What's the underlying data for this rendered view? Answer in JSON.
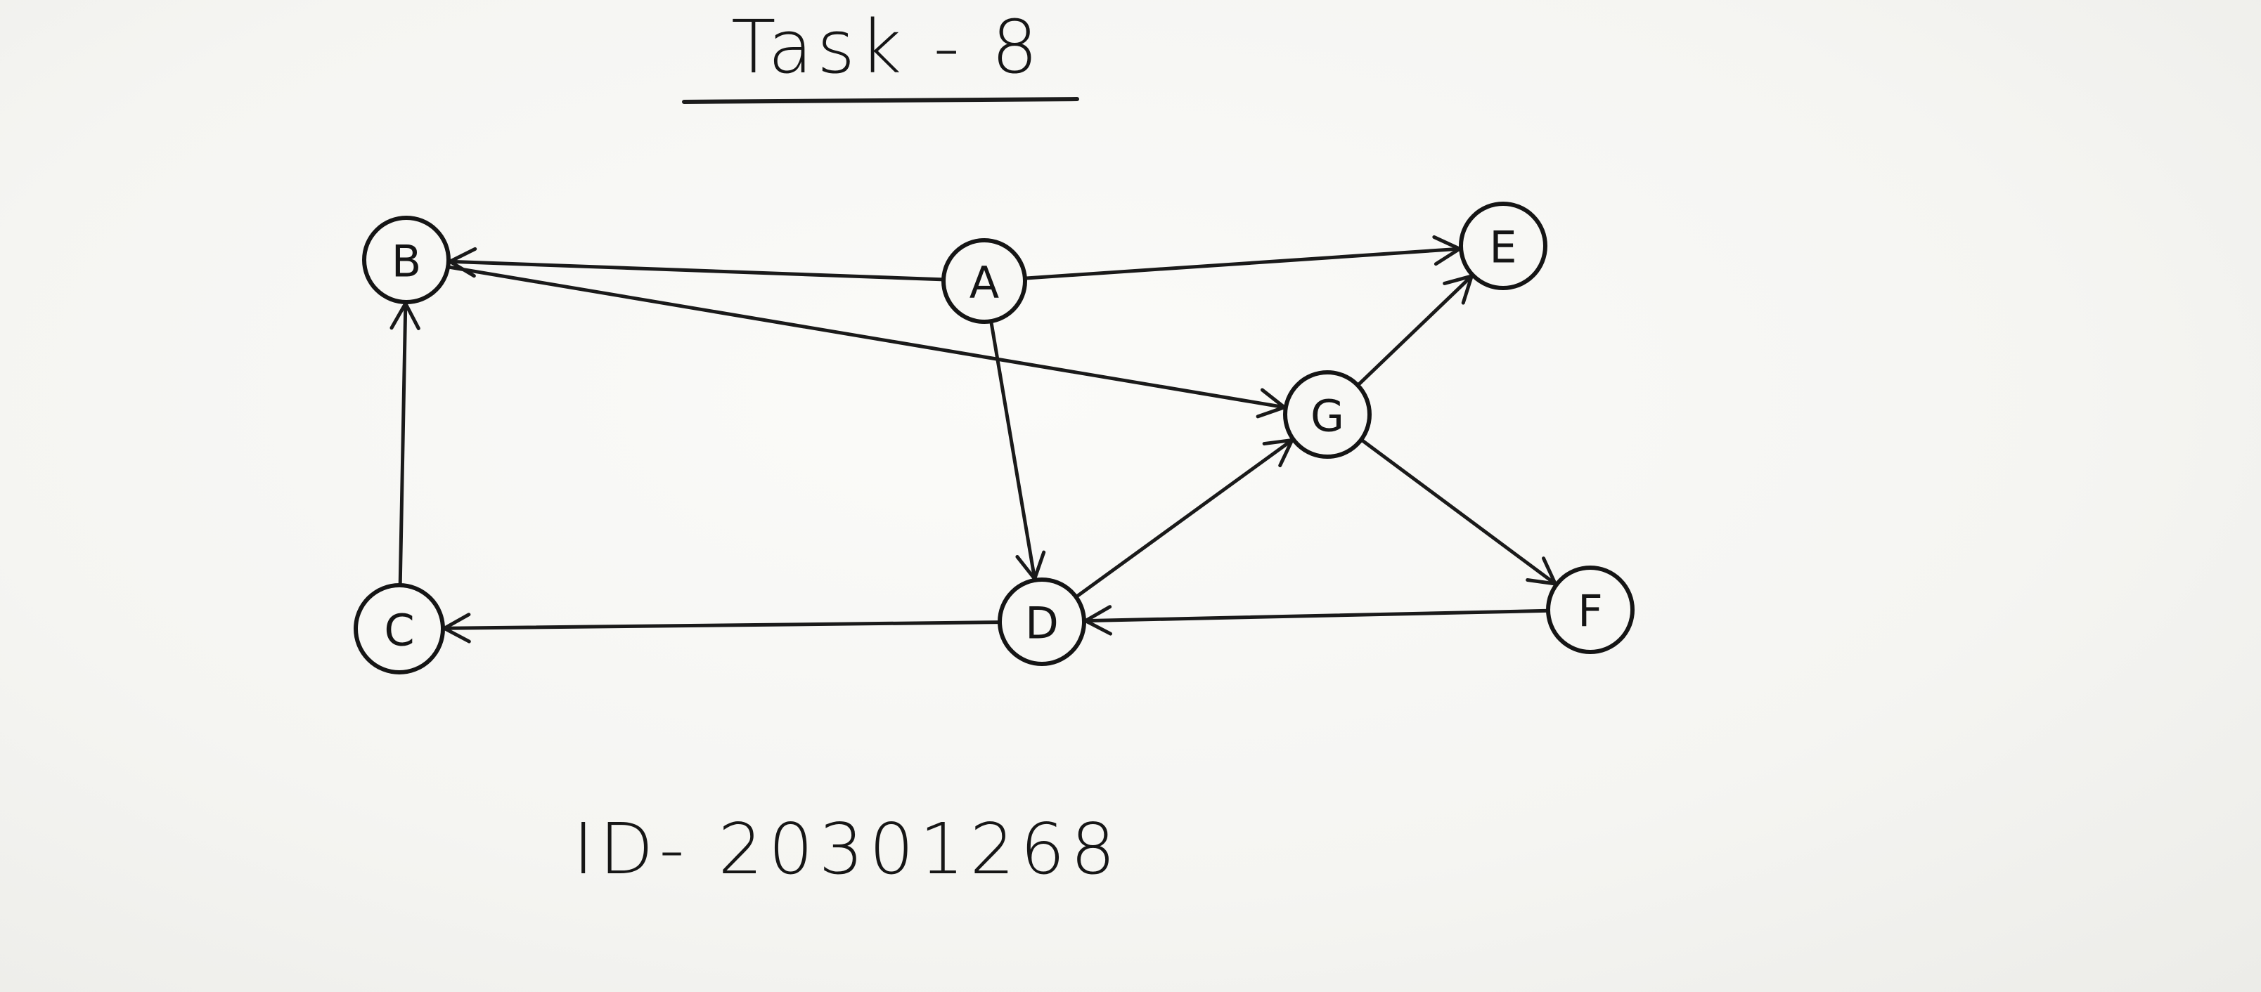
{
  "title": "Task - 8",
  "student_id": "ID- 20301268",
  "graph": {
    "nodes": [
      {
        "id": "A",
        "label": "A"
      },
      {
        "id": "B",
        "label": "B"
      },
      {
        "id": "C",
        "label": "C"
      },
      {
        "id": "D",
        "label": "D"
      },
      {
        "id": "E",
        "label": "E"
      },
      {
        "id": "F",
        "label": "F"
      },
      {
        "id": "G",
        "label": "G"
      }
    ],
    "edges": [
      {
        "from": "A",
        "to": "B"
      },
      {
        "from": "A",
        "to": "E"
      },
      {
        "from": "A",
        "to": "D"
      },
      {
        "from": "B",
        "to": "G"
      },
      {
        "from": "C",
        "to": "B"
      },
      {
        "from": "D",
        "to": "C"
      },
      {
        "from": "D",
        "to": "G"
      },
      {
        "from": "G",
        "to": "E"
      },
      {
        "from": "G",
        "to": "F"
      },
      {
        "from": "F",
        "to": "D"
      }
    ]
  }
}
